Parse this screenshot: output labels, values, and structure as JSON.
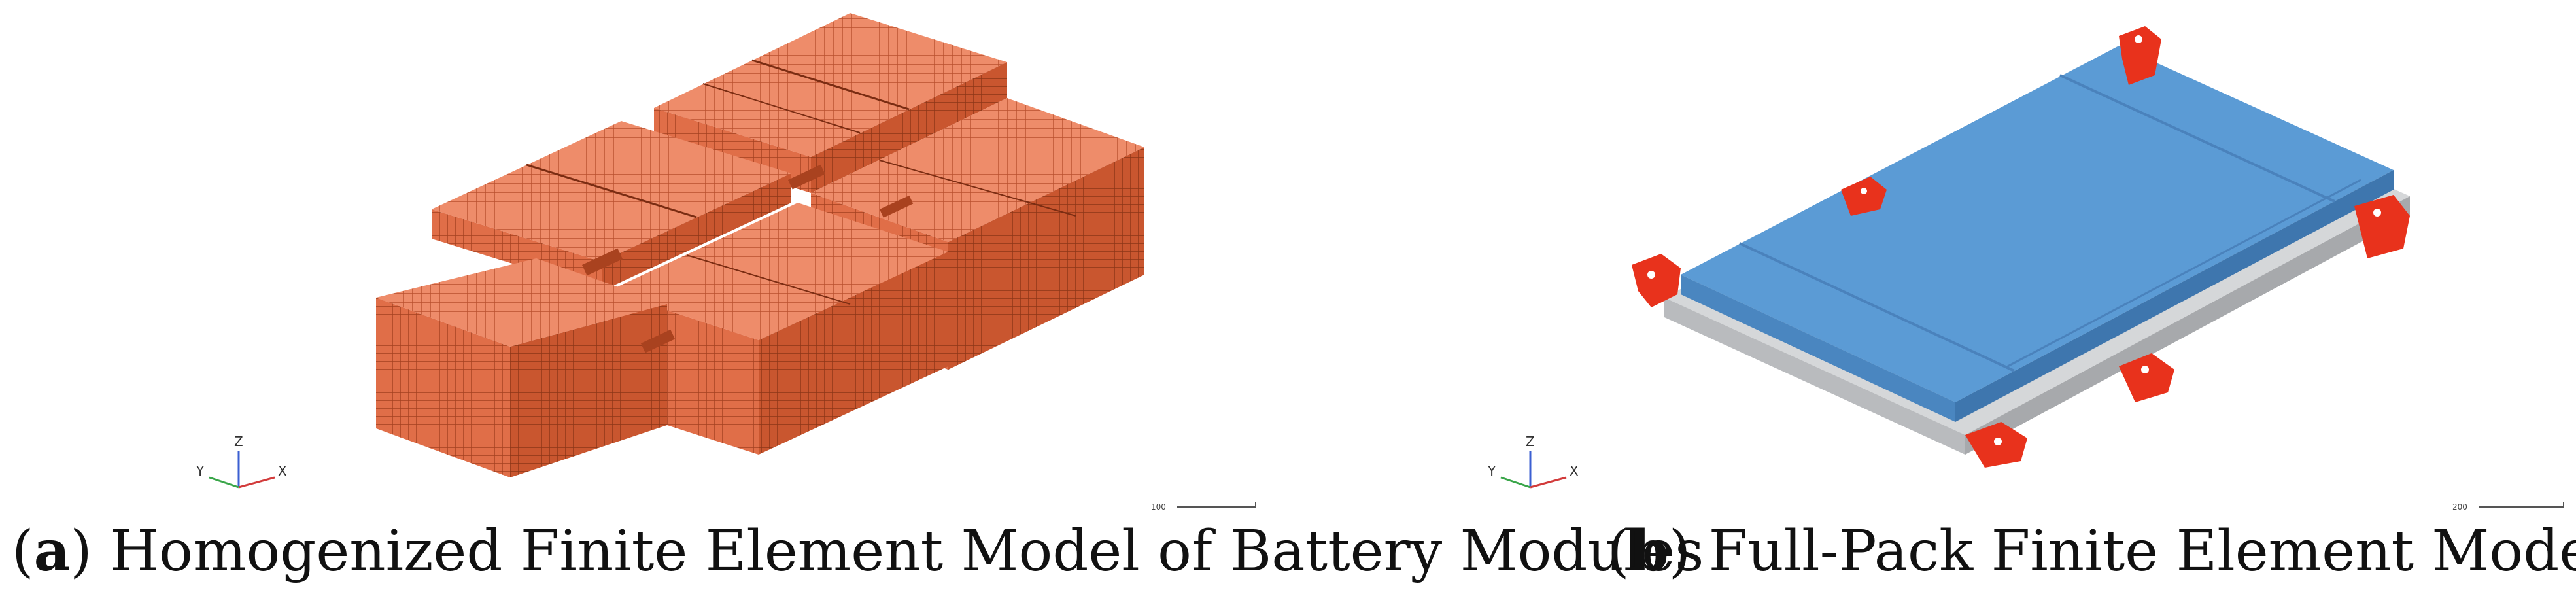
{
  "panels": [
    {
      "id": "a",
      "caption_letter": "a",
      "caption_text": "Homogenized Finite Element Model of Battery Modules",
      "triad": {
        "x": "X",
        "y": "Y",
        "z": "Z"
      },
      "scale_label": "100"
    },
    {
      "id": "b",
      "caption_letter": "b",
      "caption_text": "Full-Pack Finite Element Model",
      "triad": {
        "x": "X",
        "y": "Y",
        "z": "Z"
      },
      "scale_label": "200"
    }
  ],
  "colors": {
    "module_top": "#EE8C6A",
    "module_side_dark": "#C9562F",
    "module_side_light": "#E06E48",
    "pack_top": "#5B9BD5",
    "pack_side": "#4A86C0",
    "tray": "#C8CACC",
    "bracket": "#E8321C",
    "triad_x": "#d23b3b",
    "triad_y": "#3aa64a",
    "triad_z": "#3b5fd2"
  }
}
